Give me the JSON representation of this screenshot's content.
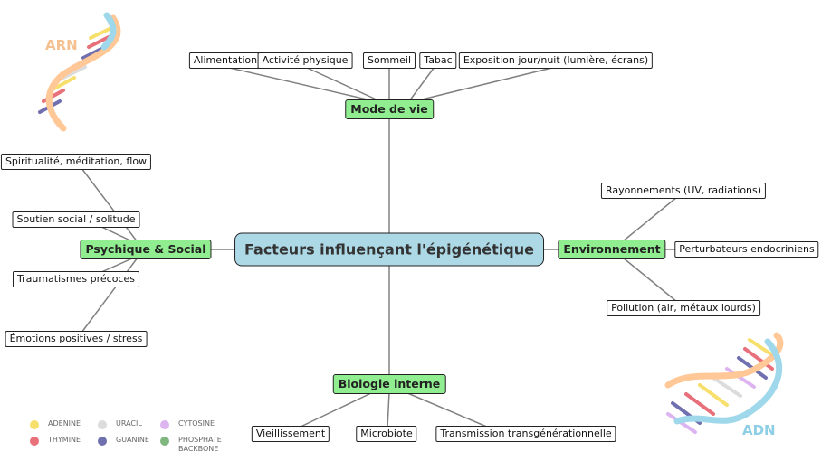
{
  "center": "Facteurs influençant l'épigénétique",
  "branches": {
    "mode_de_vie": {
      "label": "Mode de vie",
      "leaves": [
        "Alimentation",
        "Activité physique",
        "Sommeil",
        "Tabac",
        "Exposition jour/nuit (lumière, écrans)"
      ]
    },
    "psychique_social": {
      "label": "Psychique & Social",
      "leaves": [
        "Spiritualité, méditation, flow",
        "Soutien social / solitude",
        "Traumatismes précoces",
        "Émotions positives / stress"
      ]
    },
    "environnement": {
      "label": "Environnement",
      "leaves": [
        "Rayonnements (UV, radiations)",
        "Perturbateurs endocriniens",
        "Pollution (air, métaux lourds)"
      ]
    },
    "biologie_interne": {
      "label": "Biologie interne",
      "leaves": [
        "Vieillissement",
        "Microbiote",
        "Transmission transgénérationnelle"
      ]
    }
  },
  "decorations": {
    "arn_label": "ARN",
    "adn_label": "ADN"
  },
  "legend": [
    {
      "label": "Adenine",
      "color": "#f7df6b"
    },
    {
      "label": "Uracil",
      "color": "#dcdcdc"
    },
    {
      "label": "Cytosine",
      "color": "#dcb4f0"
    },
    {
      "label": "Thymine",
      "color": "#e8707a"
    },
    {
      "label": "Guanine",
      "color": "#7070b0"
    },
    {
      "label": "Phosphate backbone",
      "color": "#7fb77f"
    }
  ],
  "colors": {
    "center_fill": "#add8e6",
    "branch_fill": "#90ee90",
    "line": "#808080",
    "rna_strand": "#ffc896",
    "dna_strand": "#9ed8ea"
  }
}
